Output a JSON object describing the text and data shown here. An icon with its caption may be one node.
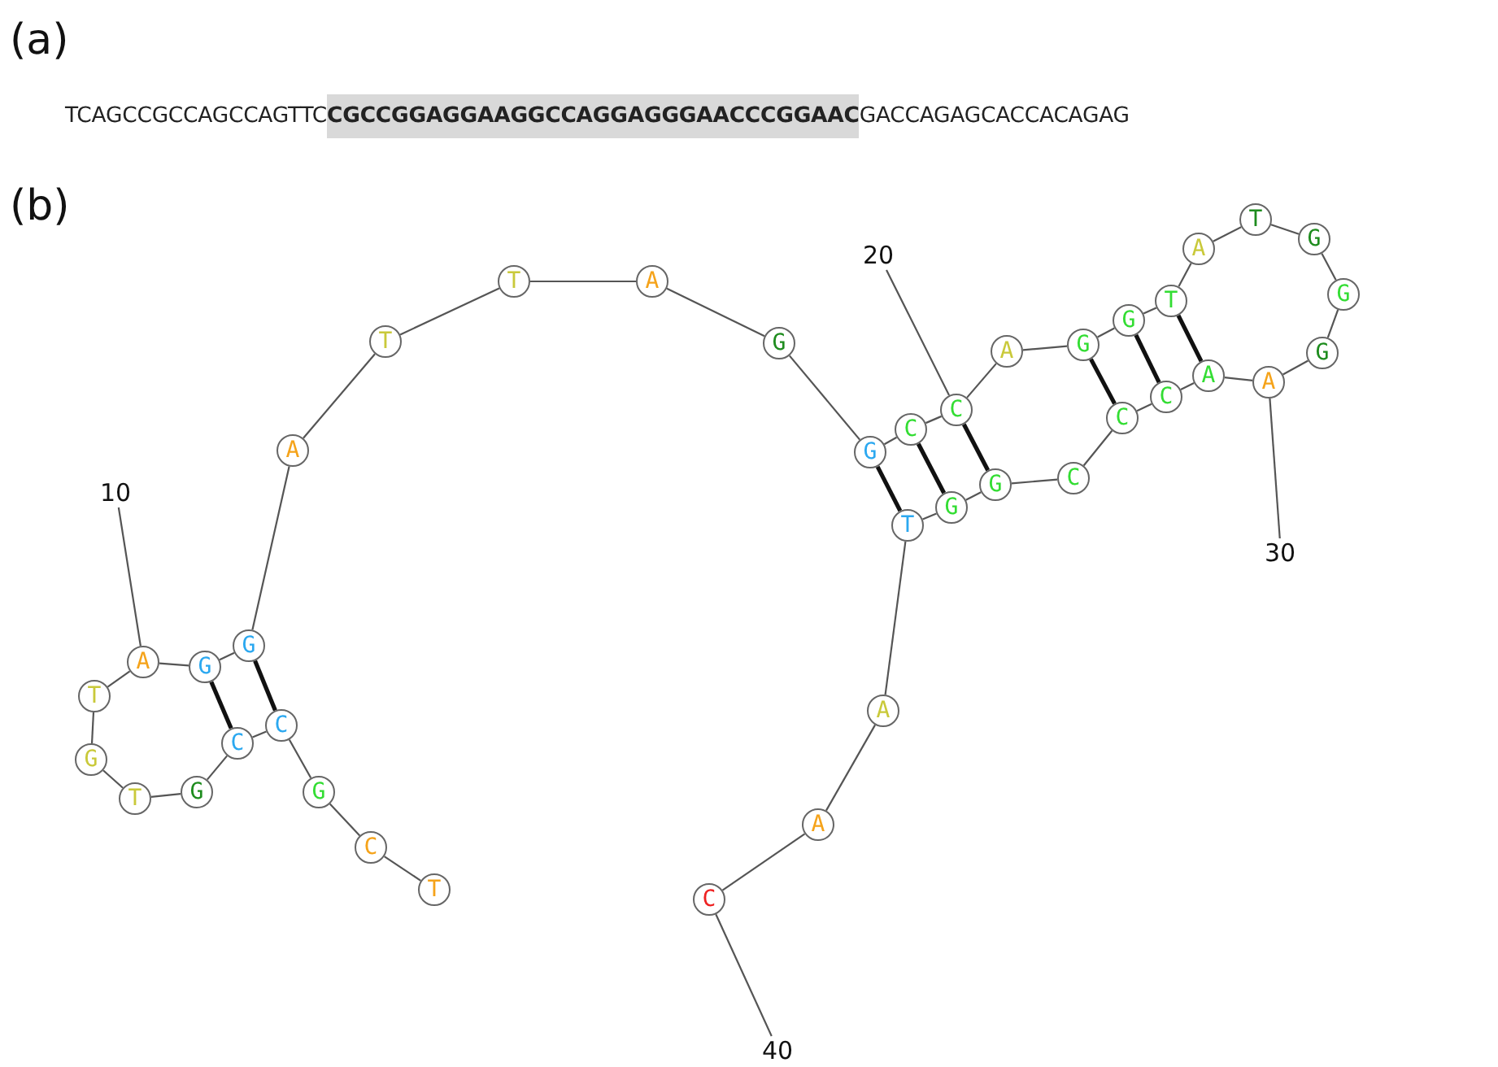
{
  "diagram": {
    "nodes": [
      {
        "text": [
          "T"
        ]
      },
      {
        "text": [
          "C"
        ]
      },
      {
        "text": [
          "G"
        ]
      },
      {
        "text": [
          "C"
        ]
      },
      {
        "text": [
          "C"
        ]
      },
      {
        "text": [
          "G"
        ]
      },
      {
        "text": [
          "T"
        ]
      },
      {
        "text": [
          "G"
        ]
      },
      {
        "text": [
          "T"
        ]
      },
      {
        "text": [
          "A"
        ]
      },
      {
        "text": [
          "G"
        ]
      },
      {
        "text": [
          "G"
        ]
      },
      {
        "text": [
          "A"
        ]
      },
      {
        "text": [
          "T"
        ]
      },
      {
        "text": [
          "T"
        ]
      },
      {
        "text": [
          "A"
        ]
      },
      {
        "text": [
          "G"
        ]
      },
      {
        "text": [
          "G"
        ]
      },
      {
        "text": [
          "C"
        ]
      },
      {
        "text": [
          "C"
        ]
      },
      {
        "text": [
          "A"
        ]
      },
      {
        "text": [
          "G"
        ]
      },
      {
        "text": [
          "G"
        ]
      },
      {
        "text": [
          "T"
        ]
      },
      {
        "text": [
          "A"
        ]
      },
      {
        "text": [
          "T"
        ]
      },
      {
        "text": [
          "G"
        ]
      },
      {
        "text": [
          "G"
        ]
      },
      {
        "text": [
          "G"
        ]
      },
      {
        "text": [
          "A"
        ]
      },
      {
        "text": [
          "A"
        ]
      },
      {
        "text": [
          "C"
        ]
      },
      {
        "text": [
          "C"
        ]
      },
      {
        "text": [
          "C"
        ]
      },
      {
        "text": [
          "G"
        ]
      },
      {
        "text": [
          "G"
        ]
      },
      {
        "text": [
          "T"
        ]
      },
      {
        "text": [
          "A"
        ]
      },
      {
        "text": [
          "A"
        ]
      },
      {
        "text": [
          "C"
        ]
      },
      {
        "text": [
          "10"
        ]
      },
      {
        "text": [
          "20"
        ]
      },
      {
        "text": [
          "30"
        ]
      },
      {
        "text": [
          "40"
        ]
      }
    ],
    "edges": [
      {
        "from": 0,
        "to": 1,
        "arrow": "none"
      },
      {
        "from": 1,
        "to": 2,
        "arrow": "none"
      },
      {
        "from": 2,
        "to": 3,
        "arrow": "none"
      },
      {
        "from": 3,
        "to": 4,
        "arrow": "none"
      },
      {
        "from": 4,
        "to": 5,
        "arrow": "none"
      },
      {
        "from": 5,
        "to": 6,
        "arrow": "none"
      },
      {
        "from": 6,
        "to": 7,
        "arrow": "none"
      },
      {
        "from": 7,
        "to": 8,
        "arrow": "none"
      },
      {
        "from": 8,
        "to": 9,
        "arrow": "none"
      },
      {
        "from": 9,
        "to": 10,
        "arrow": "none"
      },
      {
        "from": 10,
        "to": 11,
        "arrow": "none"
      },
      {
        "from": 11,
        "to": 12,
        "arrow": "none"
      },
      {
        "from": 12,
        "to": 13,
        "arrow": "none"
      },
      {
        "from": 13,
        "to": 14,
        "arrow": "none"
      },
      {
        "from": 14,
        "to": 15,
        "arrow": "none"
      },
      {
        "from": 15,
        "to": 16,
        "arrow": "none"
      },
      {
        "from": 16,
        "to": 17,
        "arrow": "none"
      },
      {
        "from": 17,
        "to": 18,
        "arrow": "none"
      },
      {
        "from": 18,
        "to": 19,
        "arrow": "none"
      },
      {
        "from": 19,
        "to": 20,
        "arrow": "none"
      },
      {
        "from": 20,
        "to": 21,
        "arrow": "none"
      },
      {
        "from": 21,
        "to": 22,
        "arrow": "none"
      },
      {
        "from": 22,
        "to": 23,
        "arrow": "none"
      },
      {
        "from": 23,
        "to": 24,
        "arrow": "none"
      },
      {
        "from": 24,
        "to": 25,
        "arrow": "none"
      },
      {
        "from": 25,
        "to": 26,
        "arrow": "none"
      },
      {
        "from": 26,
        "to": 27,
        "arrow": "none"
      },
      {
        "from": 27,
        "to": 28,
        "arrow": "none"
      },
      {
        "from": 28,
        "to": 29,
        "arrow": "none"
      },
      {
        "from": 29,
        "to": 30,
        "arrow": "none"
      },
      {
        "from": 30,
        "to": 31,
        "arrow": "none"
      },
      {
        "from": 31,
        "to": 32,
        "arrow": "none"
      },
      {
        "from": 32,
        "to": 33,
        "arrow": "none"
      },
      {
        "from": 33,
        "to": 34,
        "arrow": "none"
      },
      {
        "from": 34,
        "to": 35,
        "arrow": "none"
      },
      {
        "from": 35,
        "to": 36,
        "arrow": "none"
      },
      {
        "from": 36,
        "to": 37,
        "arrow": "none"
      },
      {
        "from": 37,
        "to": 38,
        "arrow": "none"
      },
      {
        "from": 38,
        "to": 39,
        "arrow": "none"
      },
      {
        "from": 10,
        "to": 4,
        "arrow": "none",
        "style": "thick"
      },
      {
        "from": 11,
        "to": 3,
        "arrow": "none",
        "style": "thick"
      },
      {
        "from": 17,
        "to": 36,
        "arrow": "none",
        "style": "thick"
      },
      {
        "from": 18,
        "to": 35,
        "arrow": "none",
        "style": "thick"
      },
      {
        "from": 19,
        "to": 34,
        "arrow": "none",
        "style": "thick"
      },
      {
        "from": 21,
        "to": 32,
        "arrow": "none",
        "style": "thick"
      },
      {
        "from": 22,
        "to": 31,
        "arrow": "none",
        "style": "thick"
      },
      {
        "from": 23,
        "to": 30,
        "arrow": "none",
        "style": "thick"
      },
      {
        "from": 40,
        "to": 9,
        "arrow": "none"
      },
      {
        "from": 41,
        "to": 19,
        "arrow": "none"
      },
      {
        "from": 42,
        "to": 29,
        "arrow": "none"
      },
      {
        "from": 43,
        "to": 39,
        "arrow": "none"
      }
    ],
    "labels": [
      "(a)",
      "TCAGCCGCCAGCCAGTTC**CGCCGGAGGAAGGCCAGGAGGGAACCCGGAAC**GACCAGAGCACCACAGAG",
      "(b)"
    ]
  }
}
